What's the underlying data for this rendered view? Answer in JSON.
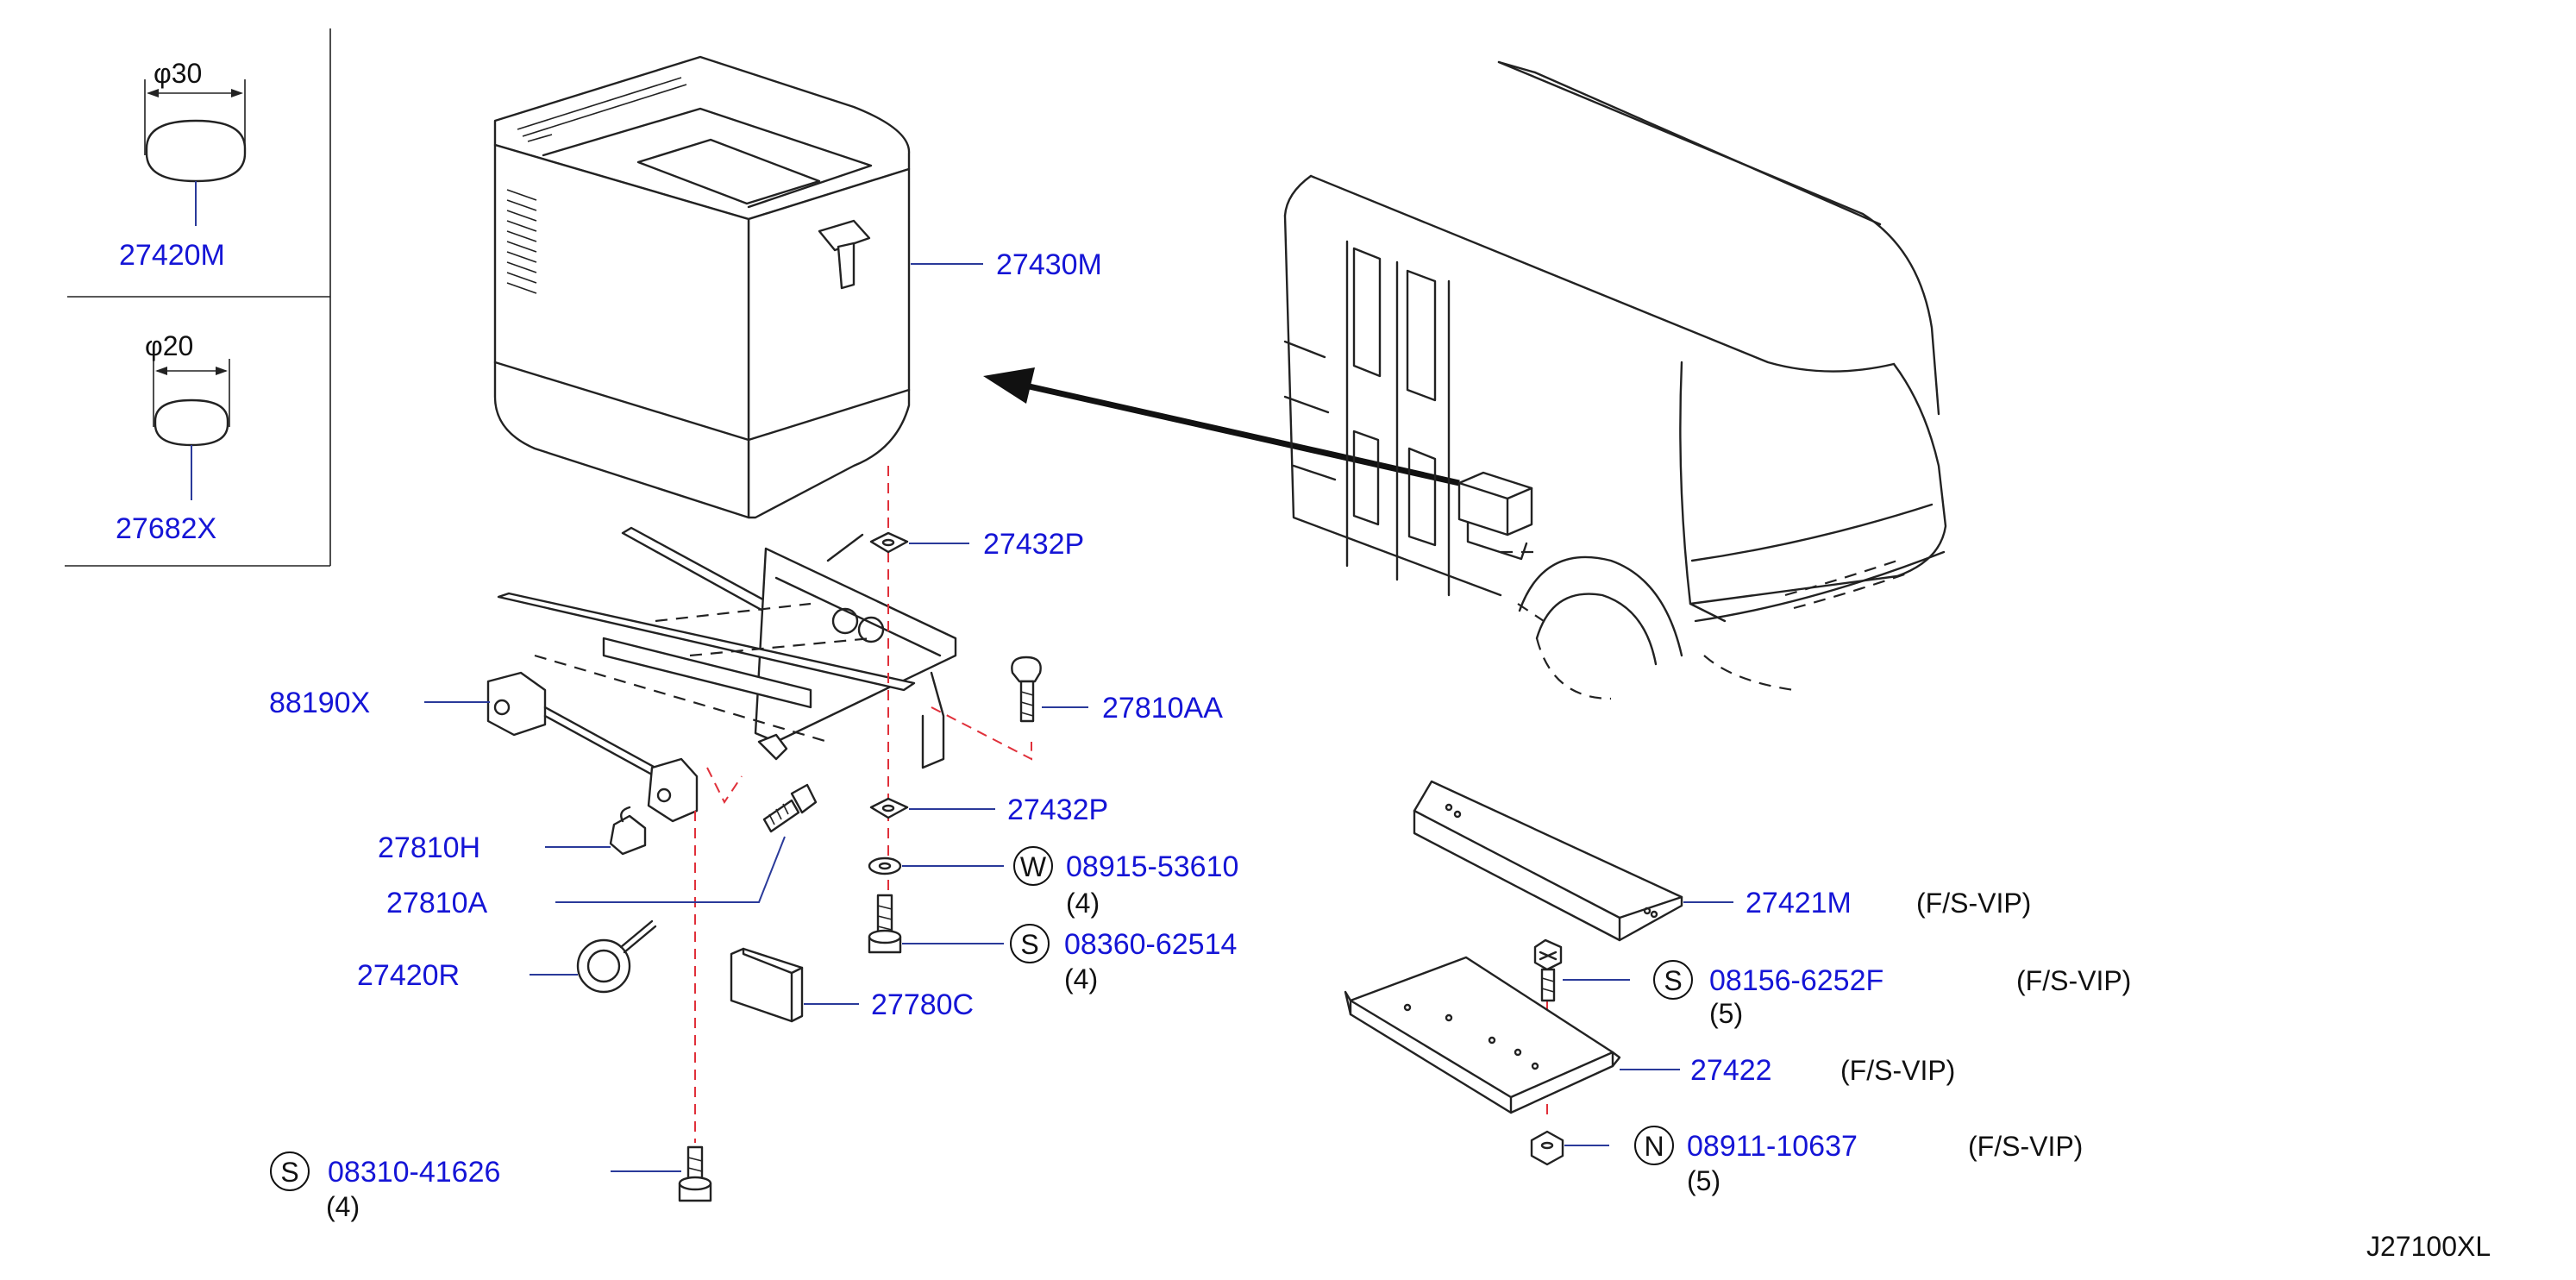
{
  "insets": [
    {
      "dimension": "φ30",
      "part": "27420M"
    },
    {
      "dimension": "φ20",
      "part": "27682X"
    }
  ],
  "callouts": [
    {
      "id": "27430M",
      "part": "27430M"
    },
    {
      "id": "27432P-top",
      "part": "27432P"
    },
    {
      "id": "27810AA",
      "part": "27810AA"
    },
    {
      "id": "88190X",
      "part": "88190X"
    },
    {
      "id": "27432P-bottom",
      "part": "27432P"
    },
    {
      "id": "08915-53610",
      "prefix": "W",
      "part": "08915-53610",
      "qty": "(4)"
    },
    {
      "id": "27810H",
      "part": "27810H"
    },
    {
      "id": "27810A",
      "part": "27810A"
    },
    {
      "id": "08360-62514",
      "prefix": "S",
      "part": "08360-62514",
      "qty": "(4)"
    },
    {
      "id": "27420R",
      "part": "27420R"
    },
    {
      "id": "27780C",
      "part": "27780C"
    },
    {
      "id": "08310-41626",
      "prefix": "S",
      "part": "08310-41626",
      "qty": "(4)"
    },
    {
      "id": "27421M",
      "part": "27421M",
      "variant": "(F/S-VIP)"
    },
    {
      "id": "08156-6252F",
      "prefix": "S",
      "part": "08156-6252F",
      "qty": "(5)",
      "variant": "(F/S-VIP)"
    },
    {
      "id": "27422",
      "part": "27422",
      "variant": "(F/S-VIP)"
    },
    {
      "id": "08911-10637",
      "prefix": "N",
      "part": "08911-10637",
      "qty": "(5)",
      "variant": "(F/S-VIP)"
    }
  ],
  "diagram_code": "J27100XL",
  "colors": {
    "label": "#1515d6",
    "leader": "#2a3a9a",
    "hidden_line": "#e0303a",
    "outline": "#222222"
  }
}
